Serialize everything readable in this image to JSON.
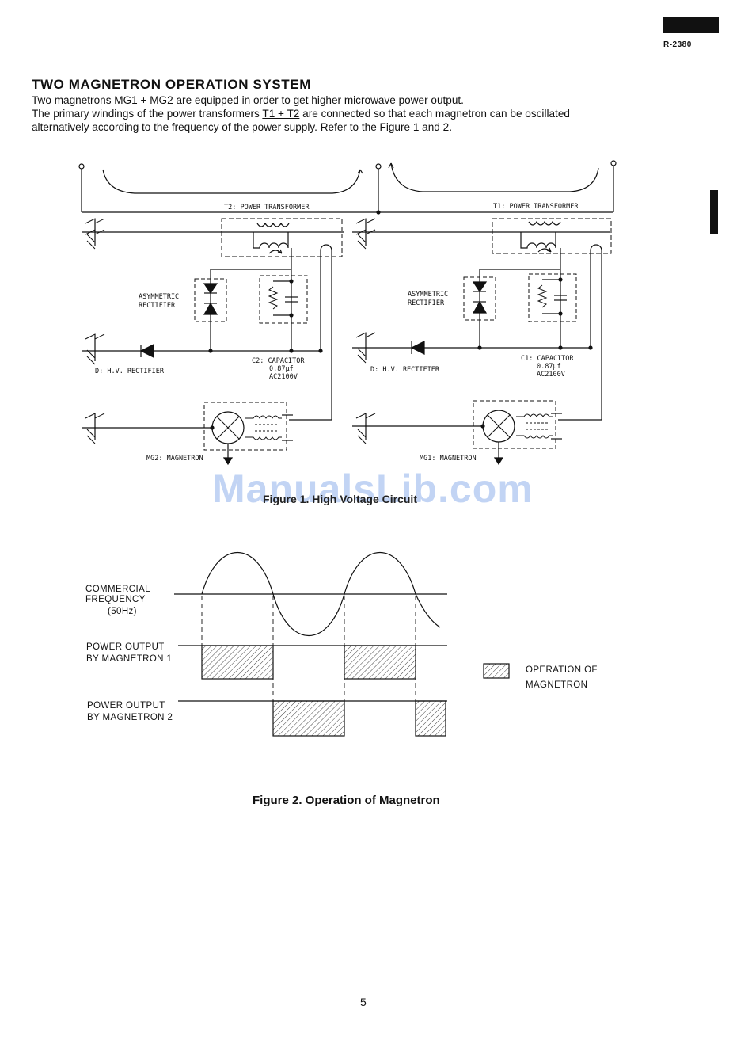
{
  "header": {
    "model_number": "R-2380"
  },
  "section": {
    "title": "TWO MAGNETRON OPERATION SYSTEM",
    "line1": {
      "pre": "Two magnetrons ",
      "u": "MG1 + MG2",
      "post": " are equipped in order to get higher microwave power output."
    },
    "line2": {
      "pre": "The primary windings of the power transformers ",
      "u": "T1 + T2",
      "post": " are connected so that each magnetron can be oscillated"
    },
    "line3": "alternatively according to the frequency of the power supply. Refer to the Figure 1 and 2."
  },
  "figure1": {
    "caption": "Figure 1. High Voltage Circuit",
    "left": {
      "transformer": "T2: POWER TRANSFORMER",
      "rectifier_1": "ASYMMETRIC",
      "rectifier_2": "RECTIFIER",
      "hv_rectifier": "D: H.V. RECTIFIER",
      "capacitor_1": "C2: CAPACITOR",
      "capacitor_2": "0.87μf",
      "capacitor_3": "AC2100V",
      "magnetron": "MG2: MAGNETRON"
    },
    "right": {
      "transformer": "T1: POWER TRANSFORMER",
      "rectifier_1": "ASYMMETRIC",
      "rectifier_2": "RECTIFIER",
      "hv_rectifier": "D: H.V. RECTIFIER",
      "capacitor_1": "C1: CAPACITOR",
      "capacitor_2": "0.87μf",
      "capacitor_3": "AC2100V",
      "magnetron": "MG1: MAGNETRON"
    }
  },
  "figure2": {
    "caption": "Figure 2. Operation of Magnetron",
    "row1": [
      "COMMERCIAL",
      "FREQUENCY",
      "(50Hz)"
    ],
    "row2": [
      "POWER OUTPUT",
      "BY MAGNETRON 1"
    ],
    "row3": [
      "POWER OUTPUT",
      "BY MAGNETRON 2"
    ],
    "legend": [
      "OPERATION OF",
      "MAGNETRON"
    ]
  },
  "watermark": "ManualsLib.com",
  "footer": {
    "page_number": "5"
  }
}
